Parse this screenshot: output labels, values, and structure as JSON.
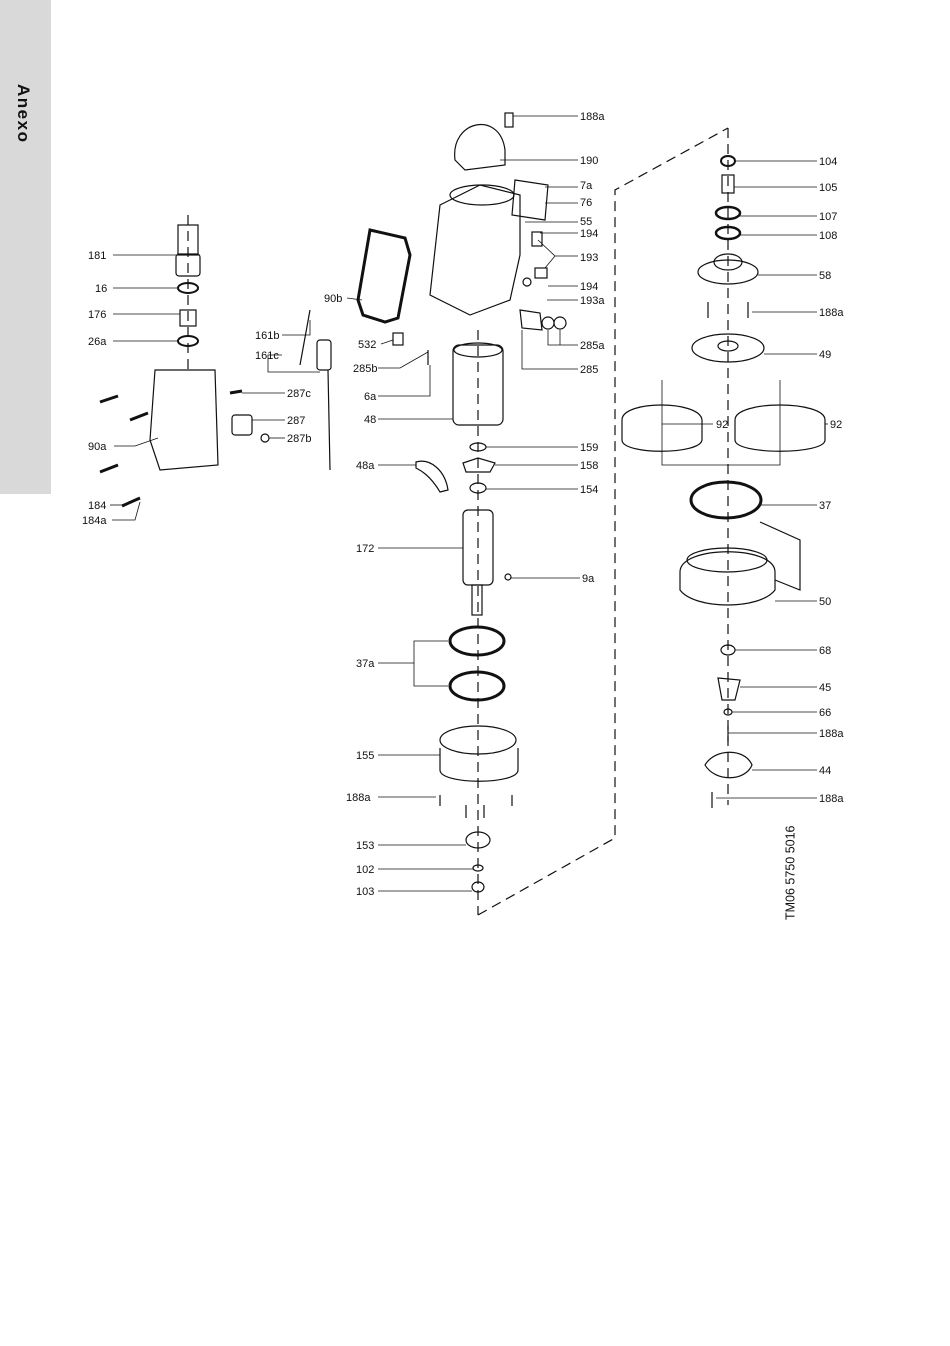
{
  "side_tab": {
    "label": "Anexo"
  },
  "reference_code": "TM06 5750 5016",
  "callouts": {
    "c188a_top": "188a",
    "c190": "190",
    "c7a": "7a",
    "c76": "76",
    "c55": "55",
    "c194_top": "194",
    "c193": "193",
    "c194_mid": "194",
    "c193a": "193a",
    "c285a": "285a",
    "c285": "285",
    "c159": "159",
    "c158": "158",
    "c154": "154",
    "c9a": "9a",
    "c181": "181",
    "c16": "16",
    "c176": "176",
    "c26a": "26a",
    "c287c": "287c",
    "c287": "287",
    "c287b": "287b",
    "c90a": "90a",
    "c184": "184",
    "c184a": "184a",
    "c90b": "90b",
    "c161b": "161b",
    "c161c": "161c",
    "c532": "532",
    "c285b": "285b",
    "c6a": "6a",
    "c48": "48",
    "c48a": "48a",
    "c172": "172",
    "c37a": "37a",
    "c155": "155",
    "c188a_low": "188a",
    "c153": "153",
    "c102": "102",
    "c103": "103",
    "c104": "104",
    "c105": "105",
    "c107": "107",
    "c108": "108",
    "c58": "58",
    "c188a_r1": "188a",
    "c49": "49",
    "c92_left": "92",
    "c92_right": "92",
    "c37": "37",
    "c50": "50",
    "c68": "68",
    "c45": "45",
    "c66": "66",
    "c188a_r2": "188a",
    "c44": "44",
    "c188a_r3": "188a"
  }
}
